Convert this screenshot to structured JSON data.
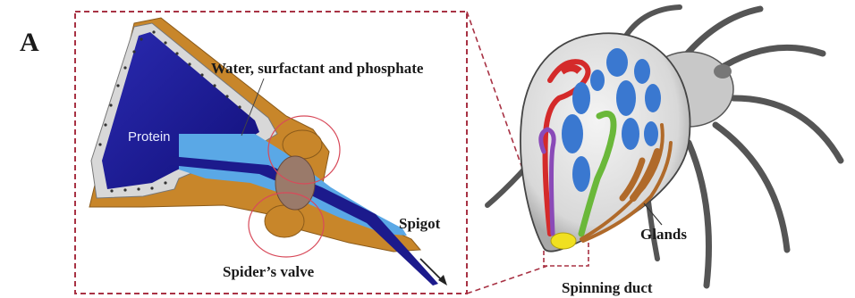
{
  "figure": {
    "panel_letter": "A",
    "labels": {
      "water": "Water, surfactant and phosphate",
      "protein": "Protein",
      "spigot": "Spigot",
      "valve": "Spider’s valve",
      "glands": "Glands",
      "duct": "Spinning duct"
    }
  },
  "colors": {
    "protein_dark": "#1c1a8c",
    "protein_light": "#5aa8e6",
    "outer_orange": "#c8862a",
    "callout_border": "#a83244",
    "gland_red": "#d42a2a",
    "gland_blue": "#3a78d0",
    "gland_green": "#6ab83a",
    "gland_purple": "#8a4ab8",
    "gland_brown": "#b06a2a",
    "duct_yellow": "#f0e020"
  }
}
